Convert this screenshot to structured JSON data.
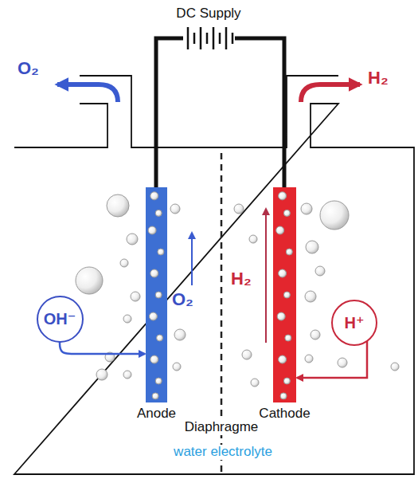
{
  "diagram": {
    "nodes": [
      {
        "text": [
          "OH⁻"
        ]
      },
      {
        "text": [
          "Anode"
        ]
      },
      {
        "text": [
          "Cathode"
        ]
      },
      {
        "text": [
          "H⁺"
        ]
      }
    ],
    "edges": [
      {
        "from": 0,
        "to": 1,
        "arrow": "to"
      },
      {
        "from": 3,
        "to": 2,
        "arrow": "to"
      }
    ],
    "labels": [
      "DC Supply",
      "O₂",
      "H₂",
      "O₂",
      "H₂",
      "Diaphragme",
      "water electrolyte"
    ]
  }
}
